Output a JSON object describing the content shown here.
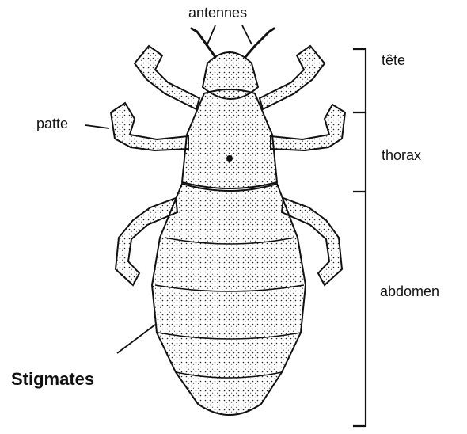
{
  "labels": {
    "antennes": "antennes",
    "tete": "tête",
    "patte": "patte",
    "thorax": "thorax",
    "abdomen": "abdomen",
    "stigmates": "Stigmates"
  }
}
